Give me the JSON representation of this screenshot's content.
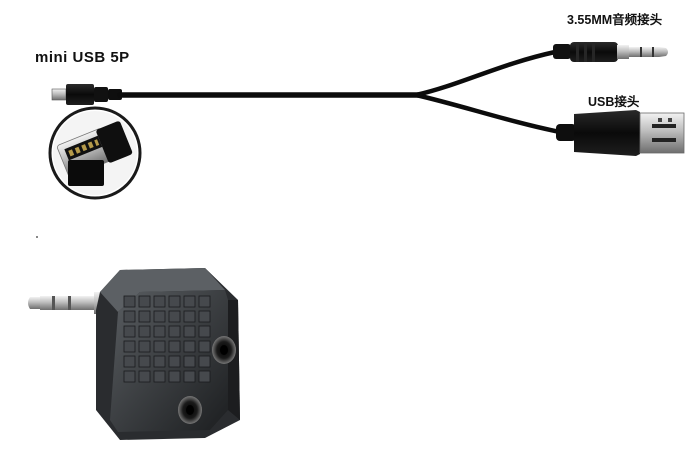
{
  "labels": {
    "mini_usb": "mini USB 5P",
    "audio_jack": "3.55MM音频接头",
    "usb_plug": "USB接头"
  },
  "colors": {
    "background": "#ffffff",
    "cable": "#0c0c0c",
    "metal": "#c9c9c9",
    "adapter_body": "#3a3d40"
  }
}
